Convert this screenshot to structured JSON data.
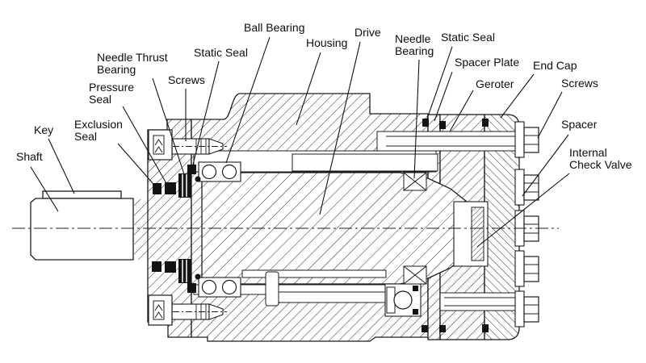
{
  "figure": {
    "type": "technical cross-section diagram",
    "subject": "Hydraulic geroter motor cutaway"
  },
  "labels": {
    "shaft": "Shaft",
    "key": "Key",
    "exclusion_seal": "Exclusion\nSeal",
    "pressure_seal": "Pressure\nSeal",
    "needle_thrust_bearing": "Needle Thrust\nBearing",
    "screws_left": "Screws",
    "static_seal_left": "Static Seal",
    "ball_bearing": "Ball Bearing",
    "housing": "Housing",
    "drive": "Drive",
    "needle_bearing": "Needle\nBearing",
    "static_seal_right": "Static Seal",
    "spacer_plate": "Spacer Plate",
    "geroter": "Geroter",
    "end_cap": "End Cap",
    "screws_right": "Screws",
    "spacer": "Spacer",
    "internal_check_valve": "Internal\nCheck Valve"
  },
  "colors": {
    "line": "#1c1c1c",
    "background": "#ffffff",
    "seal_fill": "#141414"
  }
}
